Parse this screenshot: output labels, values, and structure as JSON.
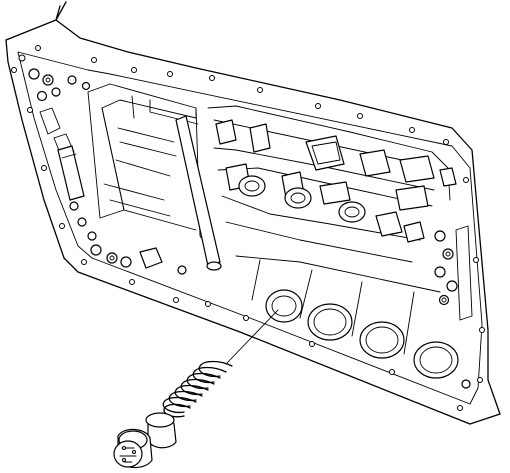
{
  "diagram": {
    "subject": "transmission-valve-body-exploded-view",
    "line_color": "#000000",
    "background_color": "#ffffff",
    "parts": [
      {
        "id": "valve-body-housing"
      },
      {
        "id": "coil-spring"
      },
      {
        "id": "plug"
      }
    ]
  }
}
